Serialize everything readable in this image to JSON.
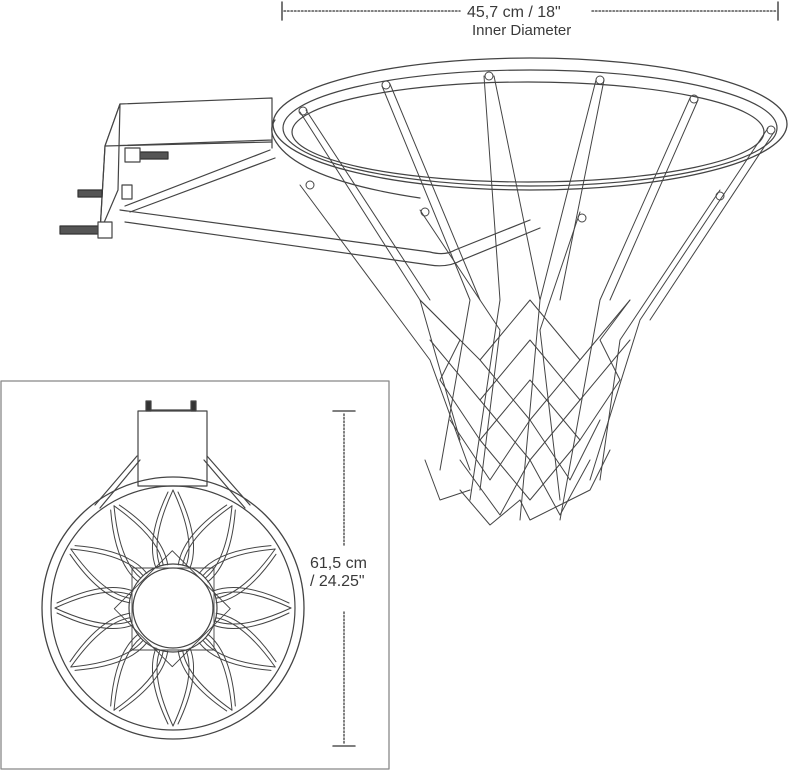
{
  "inner_diameter": {
    "value": "45,7 cm / 18\"",
    "label": "Inner Diameter"
  },
  "overall_depth": {
    "line1": "61,5 cm",
    "line2": "/ 24.25\""
  },
  "views": [
    {
      "name": "perspective-view",
      "description": "Basketball rim with net, mounting bracket and bolts"
    },
    {
      "name": "top-view",
      "description": "Top-down view of rim, net and bracket in inset box"
    }
  ]
}
